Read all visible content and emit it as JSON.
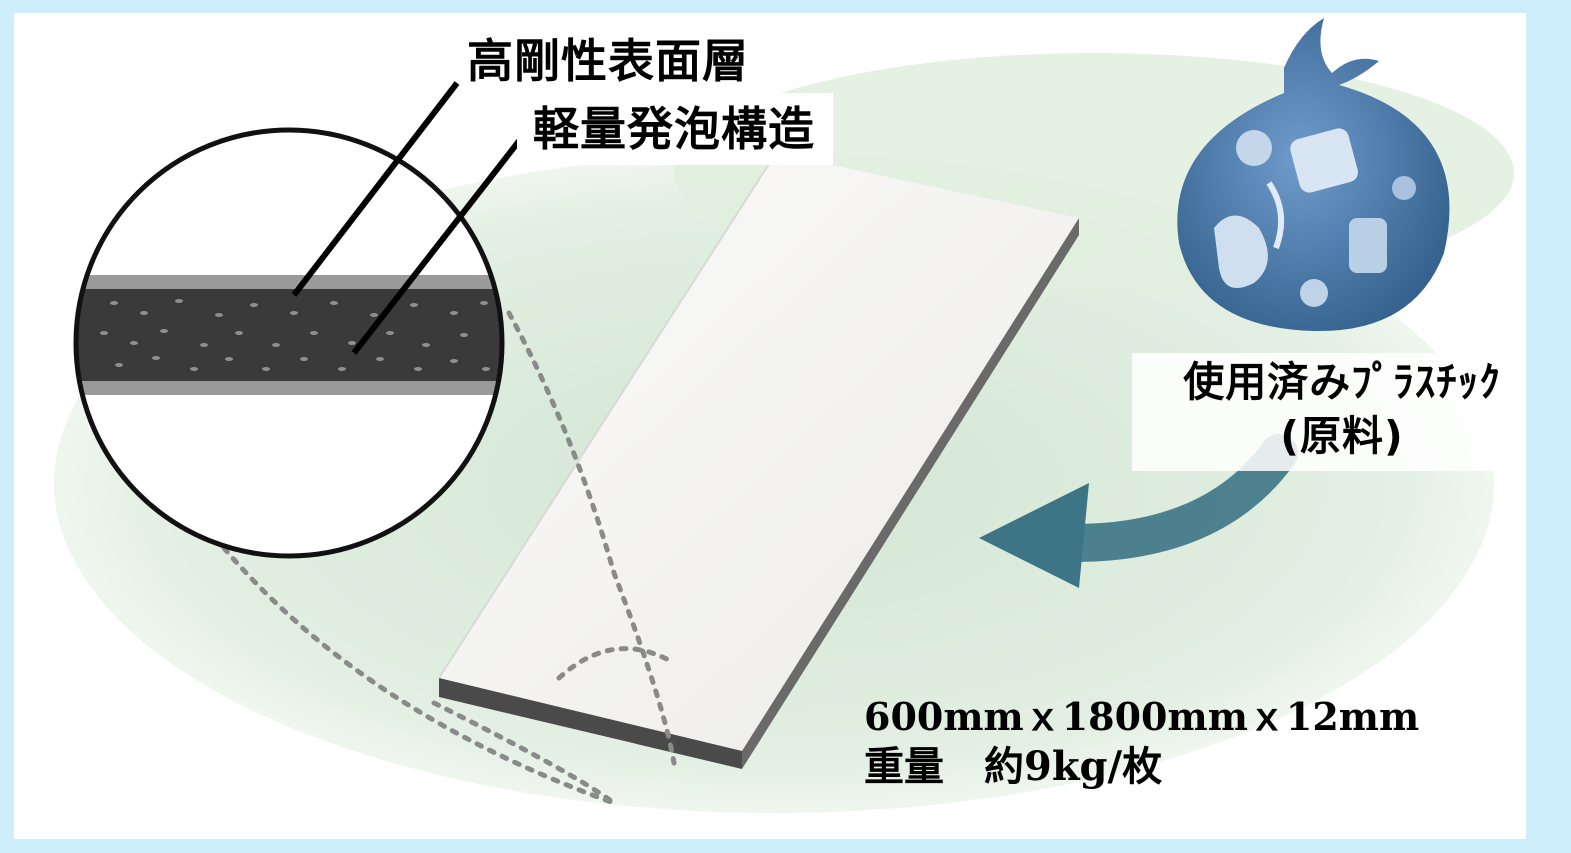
{
  "labels": {
    "surface_layer": "高剛性表面層",
    "foam_structure": "軽量発泡構造",
    "raw_material_line1": "使用済みﾌﾟﾗｽﾁｯｸ",
    "raw_material_line2": "(原料)"
  },
  "spec": {
    "dimensions": "600mmｘ1800mmｘ12mm",
    "weight": "重量　約9kg/枚"
  },
  "icons": {
    "bag": "plastic-waste-bag-icon",
    "arrow": "curved-arrow-icon"
  },
  "colors": {
    "page_border": "#cdeefb",
    "backdrop": "#dcebdd",
    "bag": "#4f7fb0",
    "arrow": "#3d7486",
    "board": "#f2f1ee",
    "foam_core": "#3a3a3a"
  }
}
